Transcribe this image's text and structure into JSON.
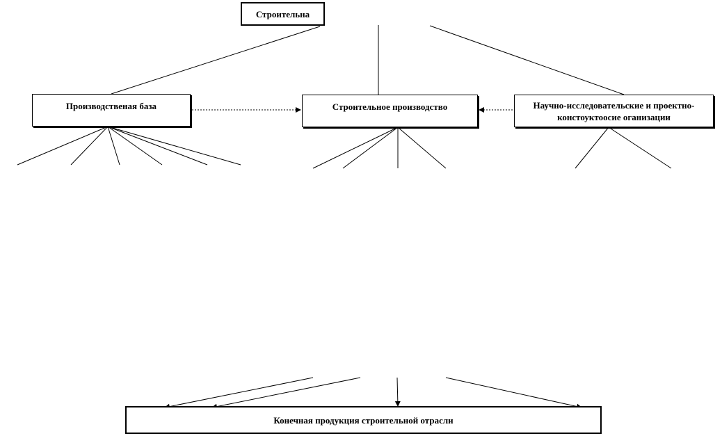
{
  "diagram": {
    "top_label": "Строительна",
    "base_label": "Производственая база",
    "production_label": "Строительное производство",
    "science_line1": "Научно-исследовательские и проектно-",
    "science_line2": "констоуктоосие  оганизации",
    "final_label": "Конечная продукция строительной отрасли"
  }
}
